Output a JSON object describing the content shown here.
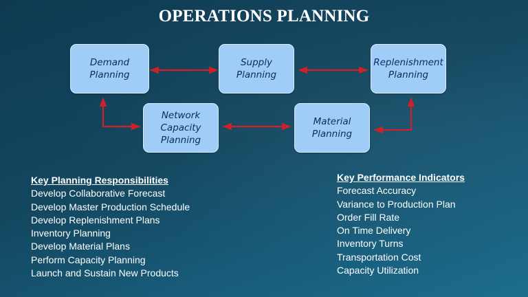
{
  "title": "OPERATIONS PLANNING",
  "colors": {
    "background": "#134760",
    "node_fill": "#9fcdf8",
    "node_text": "#0e2a66",
    "arrow": "#d0202a",
    "text": "#ffffff"
  },
  "diagram": {
    "nodes": [
      {
        "id": "demand",
        "lines": [
          "Demand",
          "Planning"
        ]
      },
      {
        "id": "supply",
        "lines": [
          "Supply",
          "Planning"
        ]
      },
      {
        "id": "replenishment",
        "lines": [
          "Replenishment",
          "Planning"
        ]
      },
      {
        "id": "network",
        "lines": [
          "Network",
          "Capacity",
          "Planning"
        ]
      },
      {
        "id": "material",
        "lines": [
          "Material",
          "Planning"
        ]
      }
    ],
    "edges": [
      {
        "from": "demand",
        "to": "supply",
        "type": "bidirectional"
      },
      {
        "from": "supply",
        "to": "replenishment",
        "type": "bidirectional"
      },
      {
        "from": "network",
        "to": "material",
        "type": "bidirectional"
      },
      {
        "from": "demand",
        "to": "network",
        "type": "bidirectional-elbow"
      },
      {
        "from": "replenishment",
        "to": "material",
        "type": "bidirectional-elbow"
      }
    ]
  },
  "responsibilities": {
    "heading": "Key Planning Responsibilities",
    "items": [
      "Develop Collaborative Forecast",
      "Develop Master Production Schedule",
      "Develop Replenishment Plans",
      "Inventory Planning",
      "Develop Material Plans",
      "Perform Capacity Planning",
      "Launch and Sustain New Products"
    ]
  },
  "kpis": {
    "heading": "Key Performance Indicators",
    "items": [
      "Forecast Accuracy",
      "Variance to Production Plan",
      "Order Fill Rate",
      "On Time Delivery",
      "Inventory Turns",
      "Transportation Cost",
      "Capacity Utilization"
    ]
  }
}
